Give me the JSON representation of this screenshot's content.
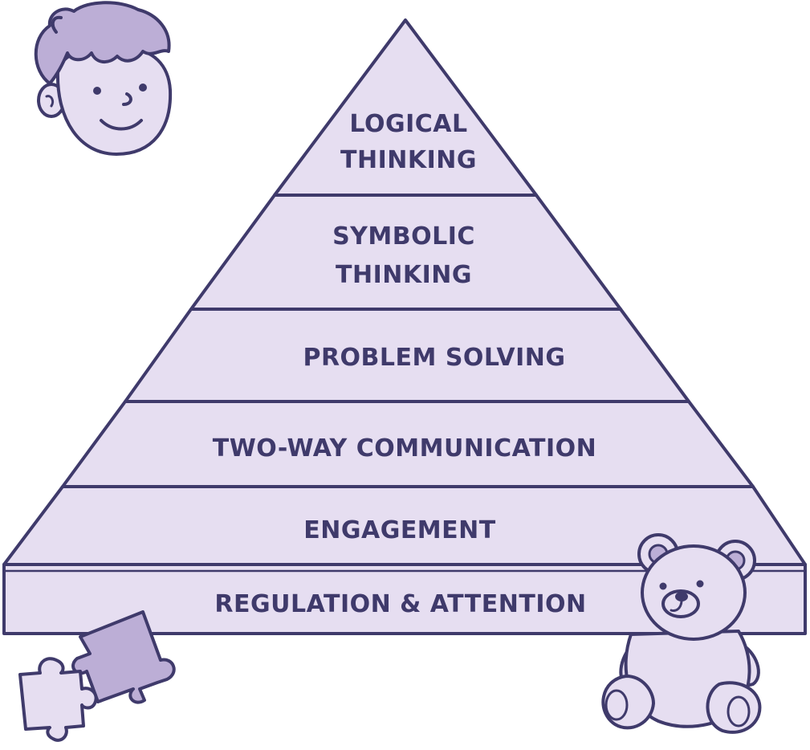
{
  "colors": {
    "outline": "#3f3a6b",
    "fill_light": "#e6def1",
    "fill_medium": "#bcaed6",
    "text": "#3f3a6b",
    "background": "#ffffff"
  },
  "pyramid": {
    "levels": [
      {
        "lines": [
          "LOGICAL",
          "THINKING"
        ]
      },
      {
        "lines": [
          "SYMBOLIC",
          "THINKING"
        ]
      },
      {
        "lines": [
          "PROBLEM SOLVING"
        ]
      },
      {
        "lines": [
          "TWO-WAY COMMUNICATION"
        ]
      },
      {
        "lines": [
          "ENGAGEMENT"
        ]
      },
      {
        "lines": [
          "REGULATION & ATTENTION"
        ]
      }
    ]
  },
  "decorations": {
    "top_left": "child-face-illustration",
    "bottom_left": "puzzle-pieces-illustration",
    "bottom_right": "teddy-bear-illustration"
  }
}
